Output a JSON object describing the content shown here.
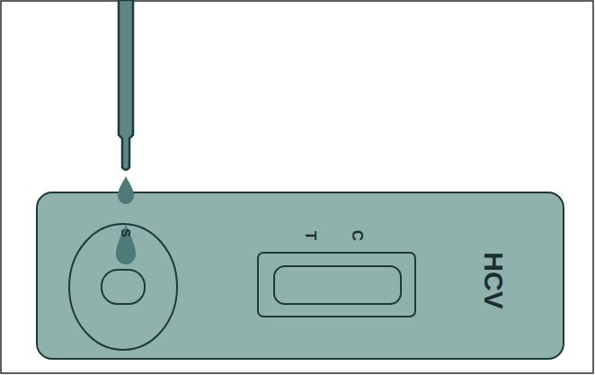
{
  "diagram": {
    "nodes": [
      {
        "text": [
          "HCV"
        ]
      }
    ],
    "labels": [
      "S",
      "T",
      "C"
    ]
  }
}
